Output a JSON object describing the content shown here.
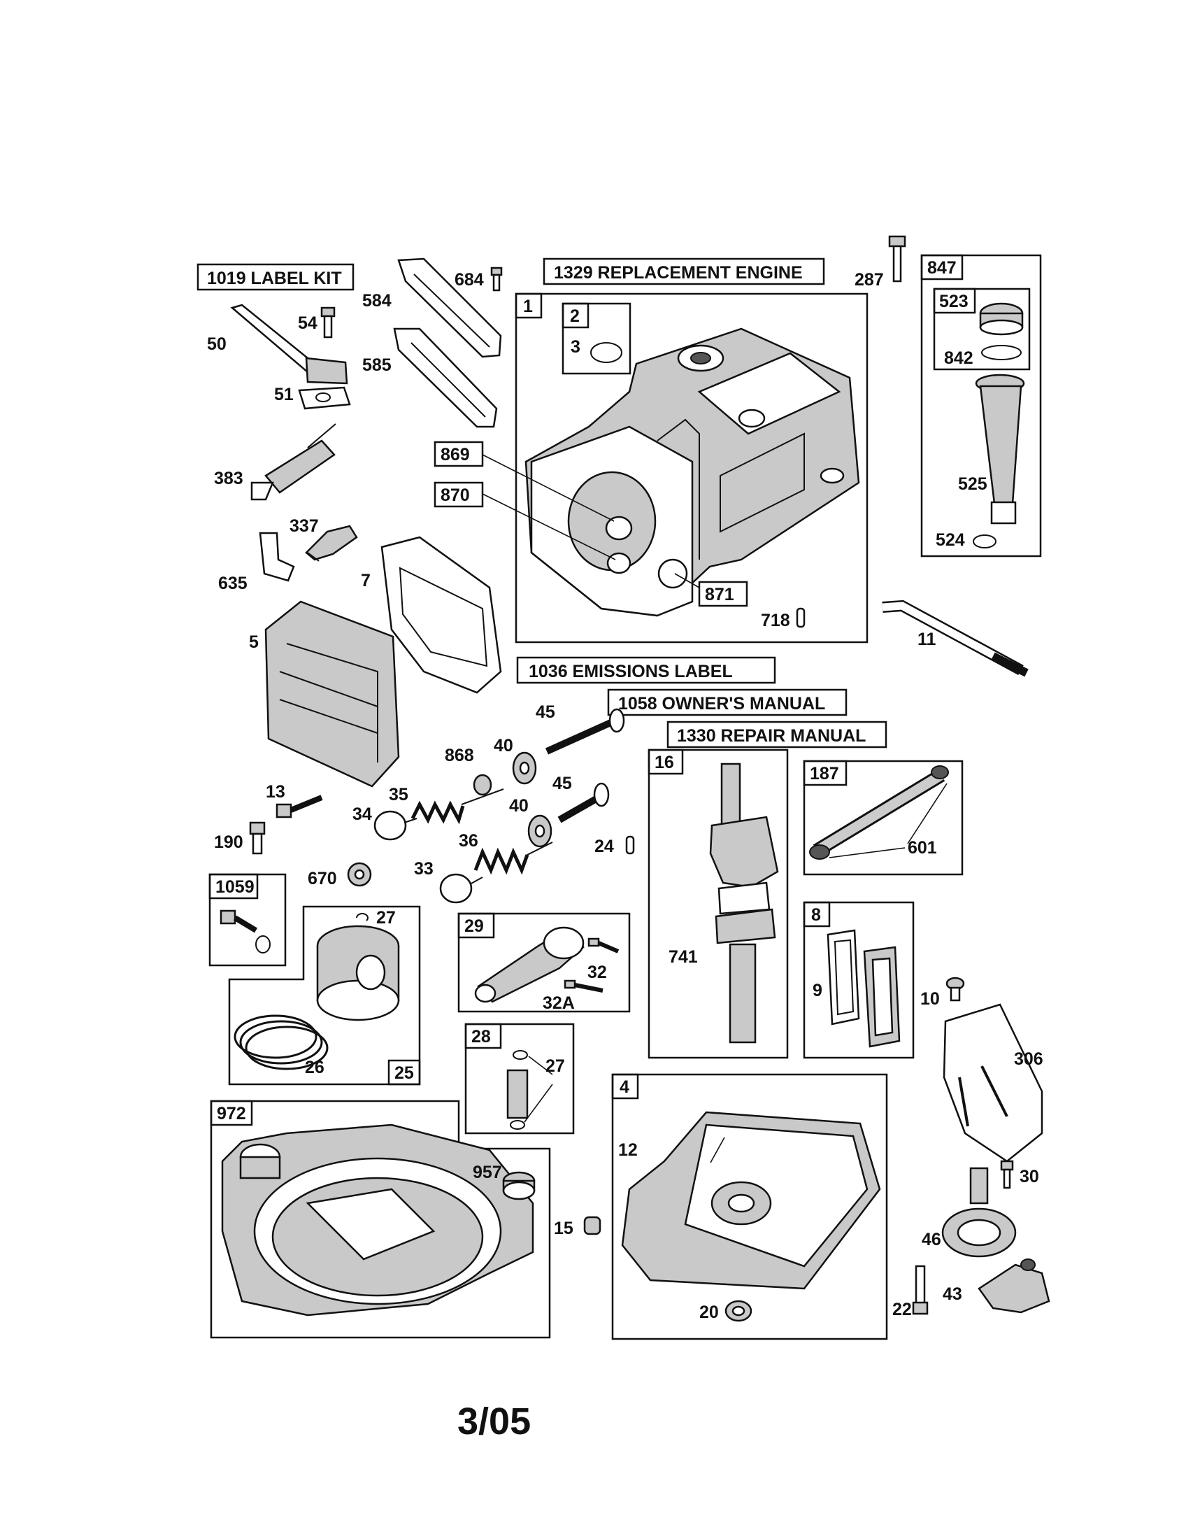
{
  "kits": {
    "label_kit": "1019 LABEL KIT",
    "replacement_engine": "1329 REPLACEMENT ENGINE",
    "emissions_label": "1036 EMISSIONS LABEL",
    "owners_manual": "1058 OWNER'S MANUAL",
    "repair_manual": "1330 REPAIR MANUAL"
  },
  "box_labels": {
    "b847": "847",
    "b523": "523",
    "b1": "1",
    "b2": "2",
    "b869": "869",
    "b870": "870",
    "b871": "871",
    "b16": "16",
    "b187": "187",
    "b8": "8",
    "b1059": "1059",
    "b29": "29",
    "b28": "28",
    "b25": "25",
    "b972": "972",
    "b4": "4"
  },
  "part_labels": {
    "p684": "684",
    "p287": "287",
    "p584": "584",
    "p54": "54",
    "p50": "50",
    "p585": "585",
    "p51": "51",
    "p383": "383",
    "p337": "337",
    "p635": "635",
    "p7": "7",
    "p5": "5",
    "p3": "3",
    "p842": "842",
    "p525": "525",
    "p524": "524",
    "p718": "718",
    "p11": "11",
    "p45a": "45",
    "p40a": "40",
    "p868": "868",
    "p45b": "45",
    "p40b": "40",
    "p13": "13",
    "p35": "35",
    "p34": "34",
    "p190": "190",
    "p36": "36",
    "p24": "24",
    "p670": "670",
    "p33": "33",
    "p27a": "27",
    "p32": "32",
    "p32a": "32A",
    "p741": "741",
    "p601": "601",
    "p9": "9",
    "p10": "10",
    "p306": "306",
    "p26": "26",
    "p27b": "27",
    "p957": "957",
    "p15": "15",
    "p12": "12",
    "p20": "20",
    "p30": "30",
    "p46": "46",
    "p22": "22",
    "p43": "43"
  },
  "footer": {
    "date_code": "3/05"
  }
}
